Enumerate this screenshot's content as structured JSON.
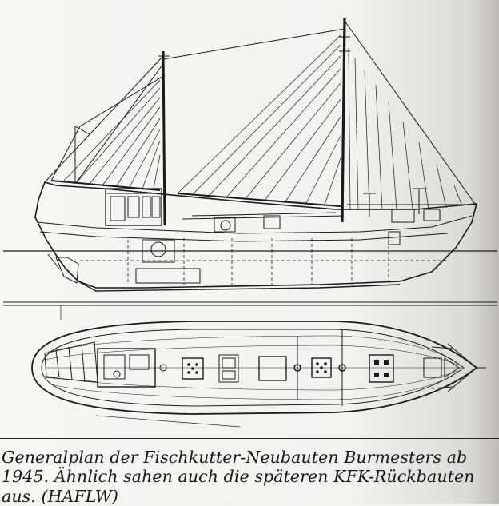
{
  "caption": {
    "line1": "Generalplan der Fischkutter-Neubauten Burmesters ab",
    "line2": "1945. Ähnlich sahen auch die späteren KFK-Rückbauten",
    "line3": "aus. (HAFLW)"
  },
  "colors": {
    "paper": "#f3f2ef",
    "ink": "#1a1a1a"
  }
}
